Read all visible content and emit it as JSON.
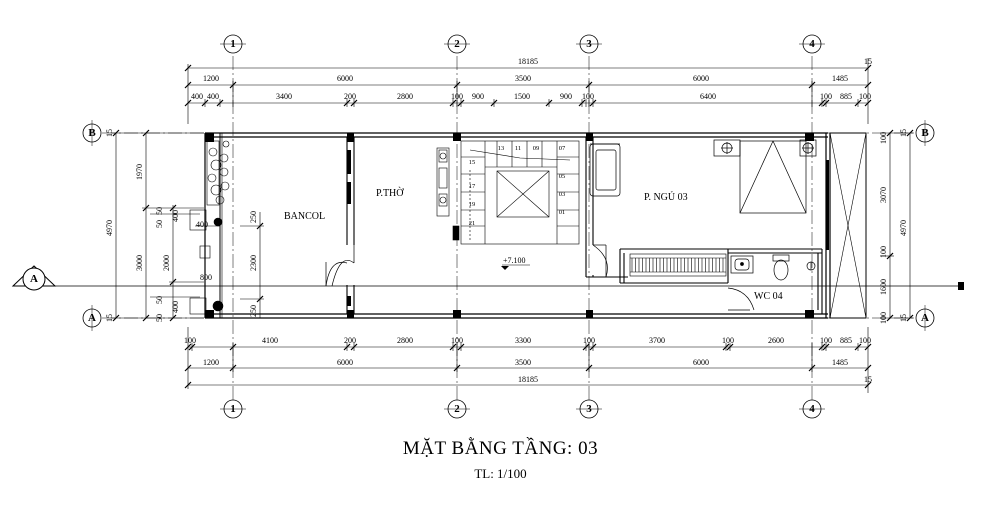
{
  "title": "MẶT BẰNG TẦNG: 03",
  "scale": "TL: 1/100",
  "grid_axes": {
    "cols": [
      "1",
      "2",
      "3",
      "4"
    ],
    "rows": [
      "A",
      "B"
    ]
  },
  "section_marker": "A",
  "rooms": {
    "bancol": "BANCOL",
    "p_tho": "P.THỜ",
    "p_ngu": "P. NGỦ 03",
    "wc": "WC 04",
    "level": "+7.100"
  },
  "stair_numbers": [
    "13",
    "11",
    "09",
    "07",
    "15",
    "05",
    "17",
    "03",
    "19",
    "01",
    "21"
  ],
  "top_dims": {
    "overall": "18185",
    "overall_end": "15",
    "bays": [
      "1200",
      "6000",
      "3500",
      "6000",
      "1485"
    ],
    "details": [
      "400",
      "400",
      "3400",
      "200",
      "2800",
      "100",
      "900",
      "1500",
      "900",
      "100",
      "6400",
      "100",
      "885",
      "100"
    ]
  },
  "bottom_dims": {
    "details": [
      "100",
      "4100",
      "200",
      "2800",
      "100",
      "3300",
      "100",
      "3700",
      "100",
      "2600",
      "100",
      "885",
      "100"
    ],
    "bays": [
      "1200",
      "6000",
      "3500",
      "6000",
      "1485"
    ],
    "overall": "18185",
    "overall_end": "15"
  },
  "left_dims": {
    "overall": "4970",
    "segs": [
      "1970",
      "3000"
    ],
    "inner": [
      "2000",
      "800"
    ],
    "small": [
      "400",
      "400",
      "400",
      "50",
      "50",
      "50",
      "50"
    ],
    "wall": "2300",
    "ends": [
      "15",
      "15",
      "250",
      "250"
    ]
  },
  "right_dims": {
    "overall": "4970",
    "segs": [
      "3070",
      "1600"
    ],
    "small": [
      "100",
      "100",
      "100"
    ],
    "ends": [
      "15",
      "15"
    ]
  }
}
